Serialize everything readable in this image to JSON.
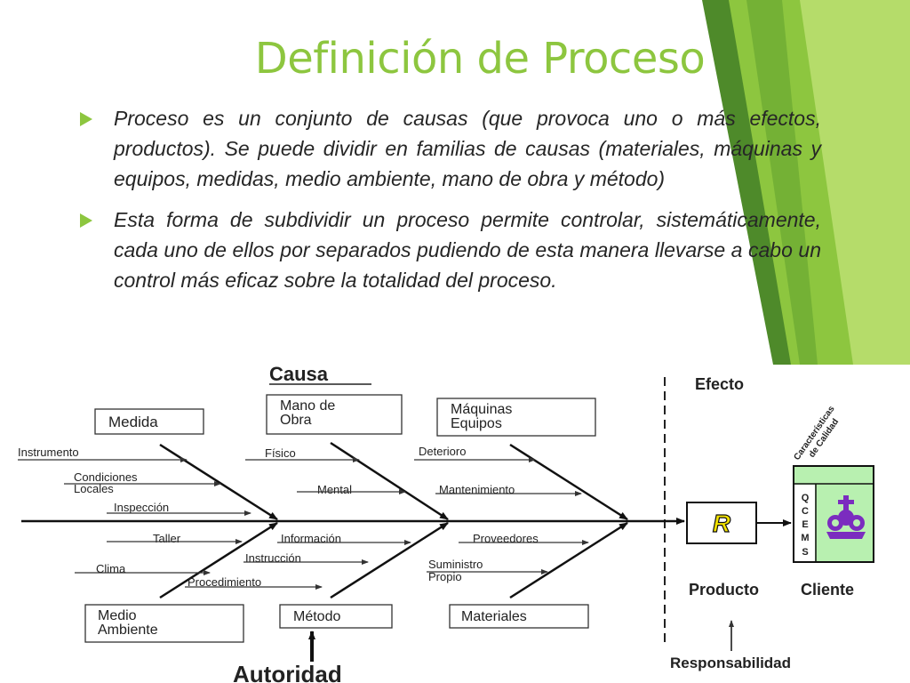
{
  "slide": {
    "title": "Definición de Proceso",
    "bullets": [
      "Proceso es un conjunto de causas (que provoca uno o más efectos, productos). Se puede dividir en familias de causas (materiales, máquinas y equipos, medidas, medio ambiente, mano de obra y método)",
      "Esta forma de subdividir un proceso permite controlar, sistemáticamente, cada uno de ellos por separados pudiendo de esta manera llevarse a cabo un control más eficaz sobre la totalidad del proceso."
    ],
    "colors": {
      "accent": "#8dc63f",
      "accent_dark": "#4e8a2a",
      "crown": "#7b2cbf",
      "box_fill": "#b8f0b0"
    }
  },
  "diagram": {
    "causa_label": "Causa",
    "efecto_label": "Efecto",
    "autoridad_label": "Autoridad",
    "responsabilidad_label": "Responsabilidad",
    "producto_label": "Producto",
    "cliente_label": "Cliente",
    "product_symbol": "R",
    "quality_label_line1": "Características",
    "quality_label_line2": "de Calidad",
    "quality_letters": [
      "Q",
      "C",
      "E",
      "M",
      "S"
    ],
    "categories": {
      "medida": "Medida",
      "mano_de_obra": [
        "Mano de",
        "Obra"
      ],
      "maquinas_equipos": [
        "Máquinas",
        "Equipos"
      ],
      "medio_ambiente": [
        "Medio",
        "Ambiente"
      ],
      "metodo": "Método",
      "materiales": "Materiales"
    },
    "causes": {
      "instrumento": "Instrumento",
      "condiciones": [
        "Condiciones",
        "Locales"
      ],
      "inspeccion": "Inspección",
      "taller": "Taller",
      "clima": "Clima",
      "fisico": "Físico",
      "mental": "Mental",
      "informacion": "Información",
      "instruccion": "Instrucción",
      "procedimiento": "Procedimiento",
      "deterioro": "Deterioro",
      "mantenimiento": "Mantenimiento",
      "proveedores": "Proveedores",
      "suministro": [
        "Suministro",
        "Propio"
      ]
    }
  }
}
